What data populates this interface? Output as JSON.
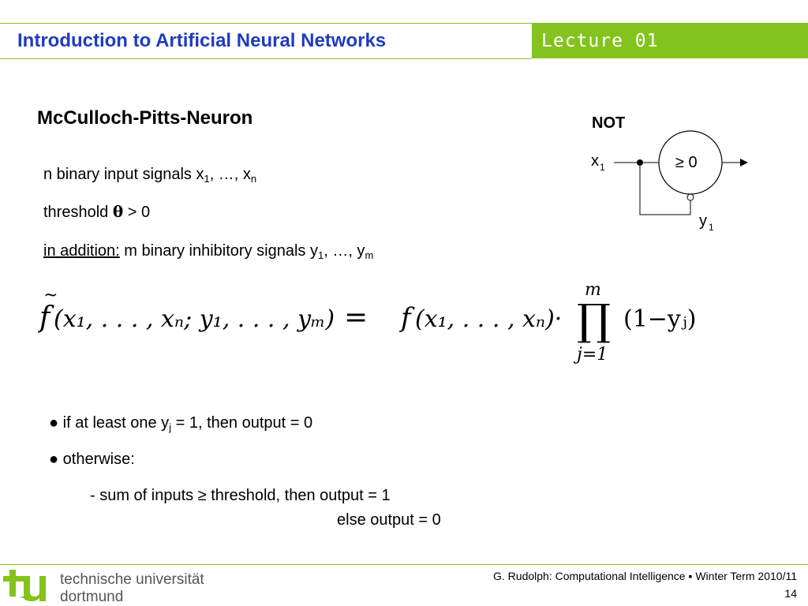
{
  "header": {
    "title": "Introduction to Artificial Neural Networks",
    "lecture": "Lecture 01",
    "accent_color": "#84c31d",
    "title_color": "#1f3cc0"
  },
  "slide": {
    "title": "McCulloch-Pitts-Neuron",
    "line1": {
      "prefix": "n binary input signals x",
      "sub1": "1",
      "mid": ", …, x",
      "sub2": "n"
    },
    "line2": {
      "prefix": "threshold ",
      "theta": "θ",
      "suffix": " > 0"
    },
    "line3": {
      "underlined": "in addition:",
      "prefix": " m binary inhibitory signals y",
      "sub1": "1",
      "mid": ", …, y",
      "sub2": "m"
    },
    "formula": {
      "lhs_f": "f",
      "lhs_args": "(x₁, . . . , xₙ; y₁, . . . , yₘ)",
      "equals": "=",
      "rhs_f": "f",
      "rhs_args": "(x₁, . . . , xₙ)·",
      "prod_symbol": "∏",
      "prod_upper": "m",
      "prod_lower": "j=1",
      "prod_term": "(1−yⱼ)"
    },
    "bullets": [
      {
        "bullet": "●",
        "prefix": " if at least one y",
        "sub": "j",
        "suffix": " = 1, then output = 0"
      },
      {
        "bullet": "●",
        "text": " otherwise:"
      }
    ],
    "sub_line1": "- sum of inputs ≥ threshold, then output = 1",
    "sub_line2": "else  output = 0"
  },
  "diagram": {
    "title": "NOT",
    "input_label": "x",
    "input_sub": "1",
    "threshold": "≥ 0",
    "inhib_label": "y",
    "inhib_sub": "1"
  },
  "footer": {
    "university_line1": "technische universität",
    "university_line2": "dortmund",
    "credit": "G. Rudolph: Computational Intelligence ▪ Winter Term 2010/11",
    "page": "14",
    "logo_text": "tu",
    "logo_color": "#84c31d"
  }
}
